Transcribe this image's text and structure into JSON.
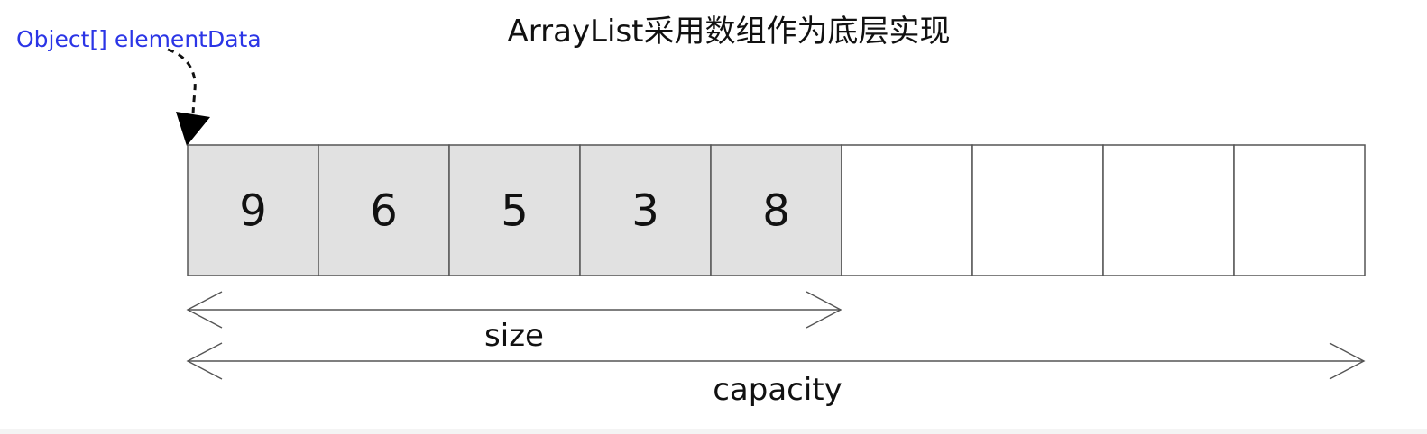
{
  "title": "ArrayList采用数组作为底层实现",
  "pointer": {
    "label": "Object[] elementData"
  },
  "array": {
    "capacity_count": 9,
    "values": [
      "9",
      "6",
      "5",
      "3",
      "8"
    ],
    "filled_color": "#e1e1e1",
    "empty_color": "#ffffff"
  },
  "dimensions": {
    "size_label": "size",
    "capacity_label": "capacity"
  }
}
